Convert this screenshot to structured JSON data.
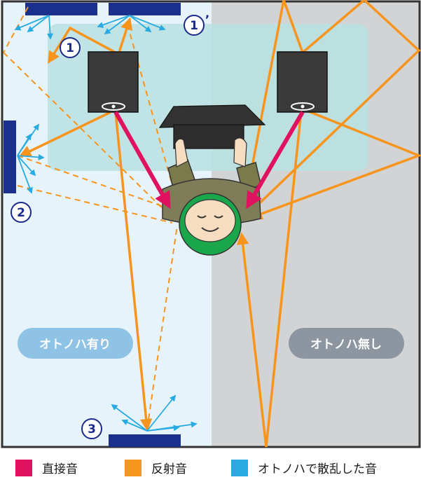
{
  "zones": {
    "with_label": "オトノハ有り",
    "without_label": "オトノハ無し"
  },
  "panel_numbers": {
    "n1": "①",
    "n1_prime": "①’",
    "n2": "②",
    "n3": "③"
  },
  "legend": {
    "direct": "直接音",
    "reflected": "反射音",
    "scattered": "オトノハで散乱した音"
  },
  "colors": {
    "direct": "#e0115f",
    "reflected": "#f7941d",
    "scattered": "#29abe2",
    "panel": "#1b2f8c",
    "room_left": "#e6f3fb",
    "room_right": "#d1d3d4",
    "desk": "#b9e0e0"
  }
}
